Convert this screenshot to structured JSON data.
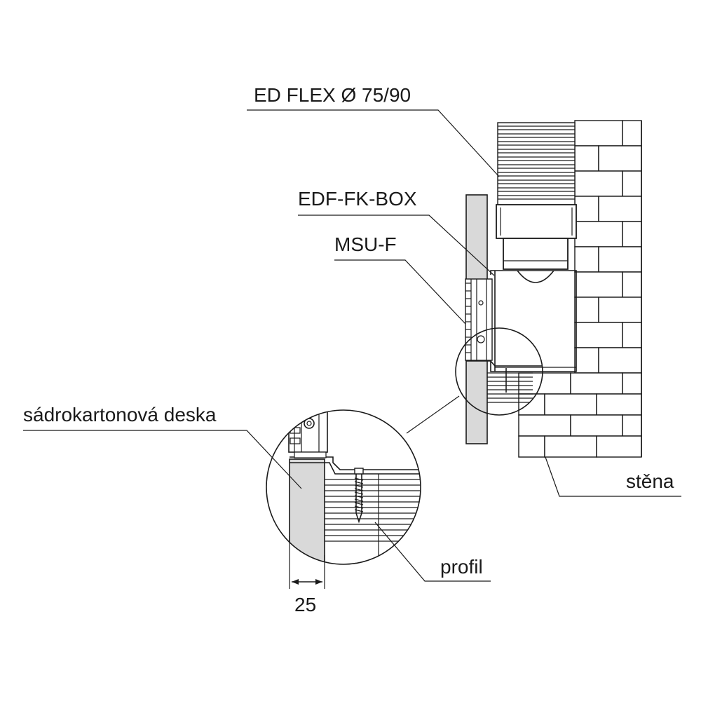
{
  "labels": {
    "ed_flex": "ED FLEX Ø 75/90",
    "edf_fk_box": "EDF-FK-BOX",
    "msu_f": "MSU-F",
    "sadrokarton": "sádrokartonová deska",
    "stena": "stěna",
    "profil": "profil",
    "dimension": "25"
  }
}
